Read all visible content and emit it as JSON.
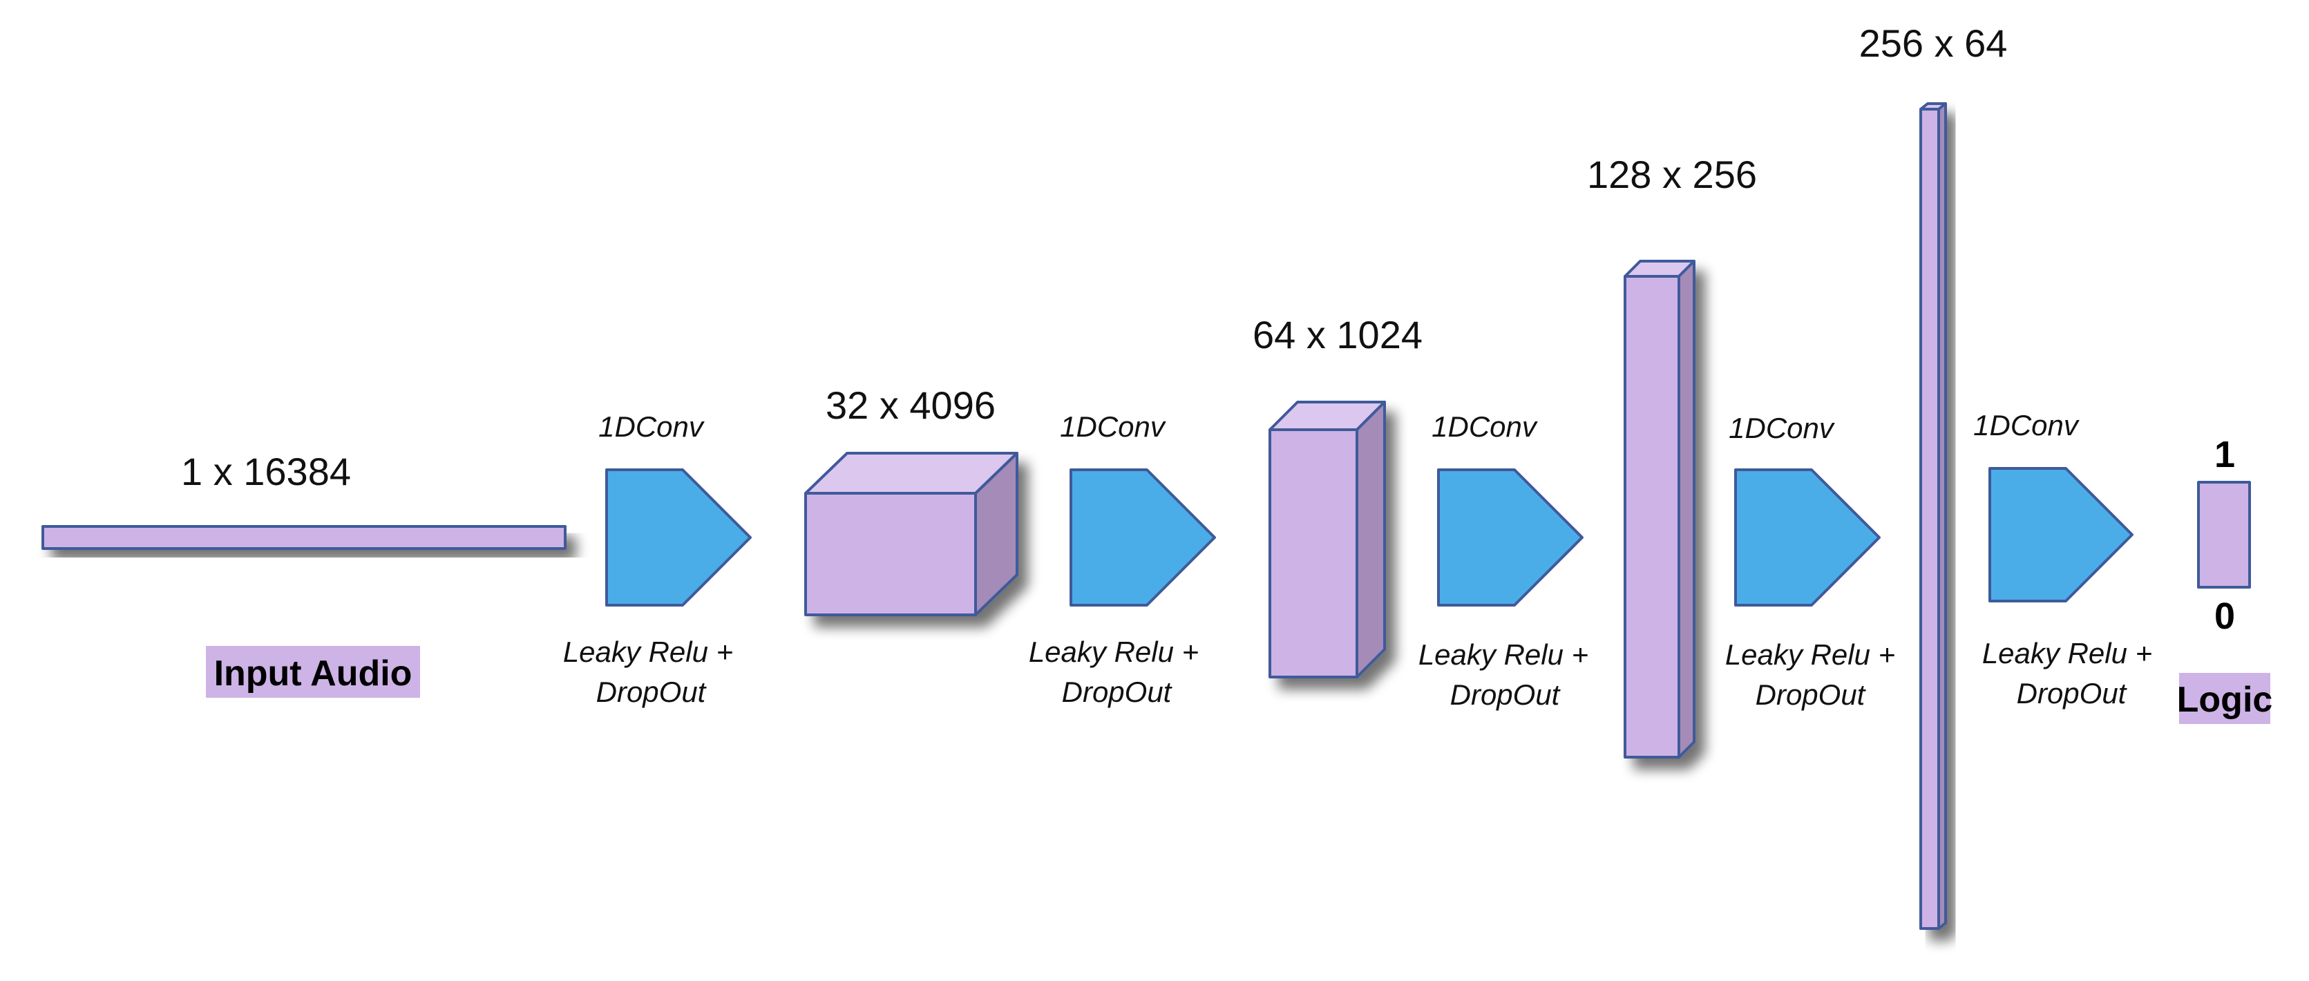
{
  "layers": [
    {
      "id": "input",
      "dims": "1 x 16384"
    },
    {
      "id": "layer1",
      "dims": "32 x 4096"
    },
    {
      "id": "layer2",
      "dims": "64 x 1024"
    },
    {
      "id": "layer3",
      "dims": "128 x 256"
    },
    {
      "id": "layer4",
      "dims": "256 x 64"
    }
  ],
  "convs": [
    {
      "op": "1DConv",
      "activation_line1": "Leaky Relu +",
      "activation_line2": "DropOut"
    },
    {
      "op": "1DConv",
      "activation_line1": "Leaky Relu +",
      "activation_line2": "DropOut"
    },
    {
      "op": "1DConv",
      "activation_line1": "Leaky Relu +",
      "activation_line2": "DropOut"
    },
    {
      "op": "1DConv",
      "activation_line1": "Leaky Relu +",
      "activation_line2": "DropOut"
    },
    {
      "op": "1DConv",
      "activation_line1": "Leaky Relu +",
      "activation_line2": "DropOut"
    }
  ],
  "input_tag": "Input Audio",
  "output": {
    "tag": "Logic",
    "top_value": "1",
    "bottom_value": "0"
  },
  "colors": {
    "tensor": "#cdb3e6",
    "tensor_side": "#a48bb8",
    "conv": "#4aade8",
    "outline": "#3f5a9a"
  }
}
